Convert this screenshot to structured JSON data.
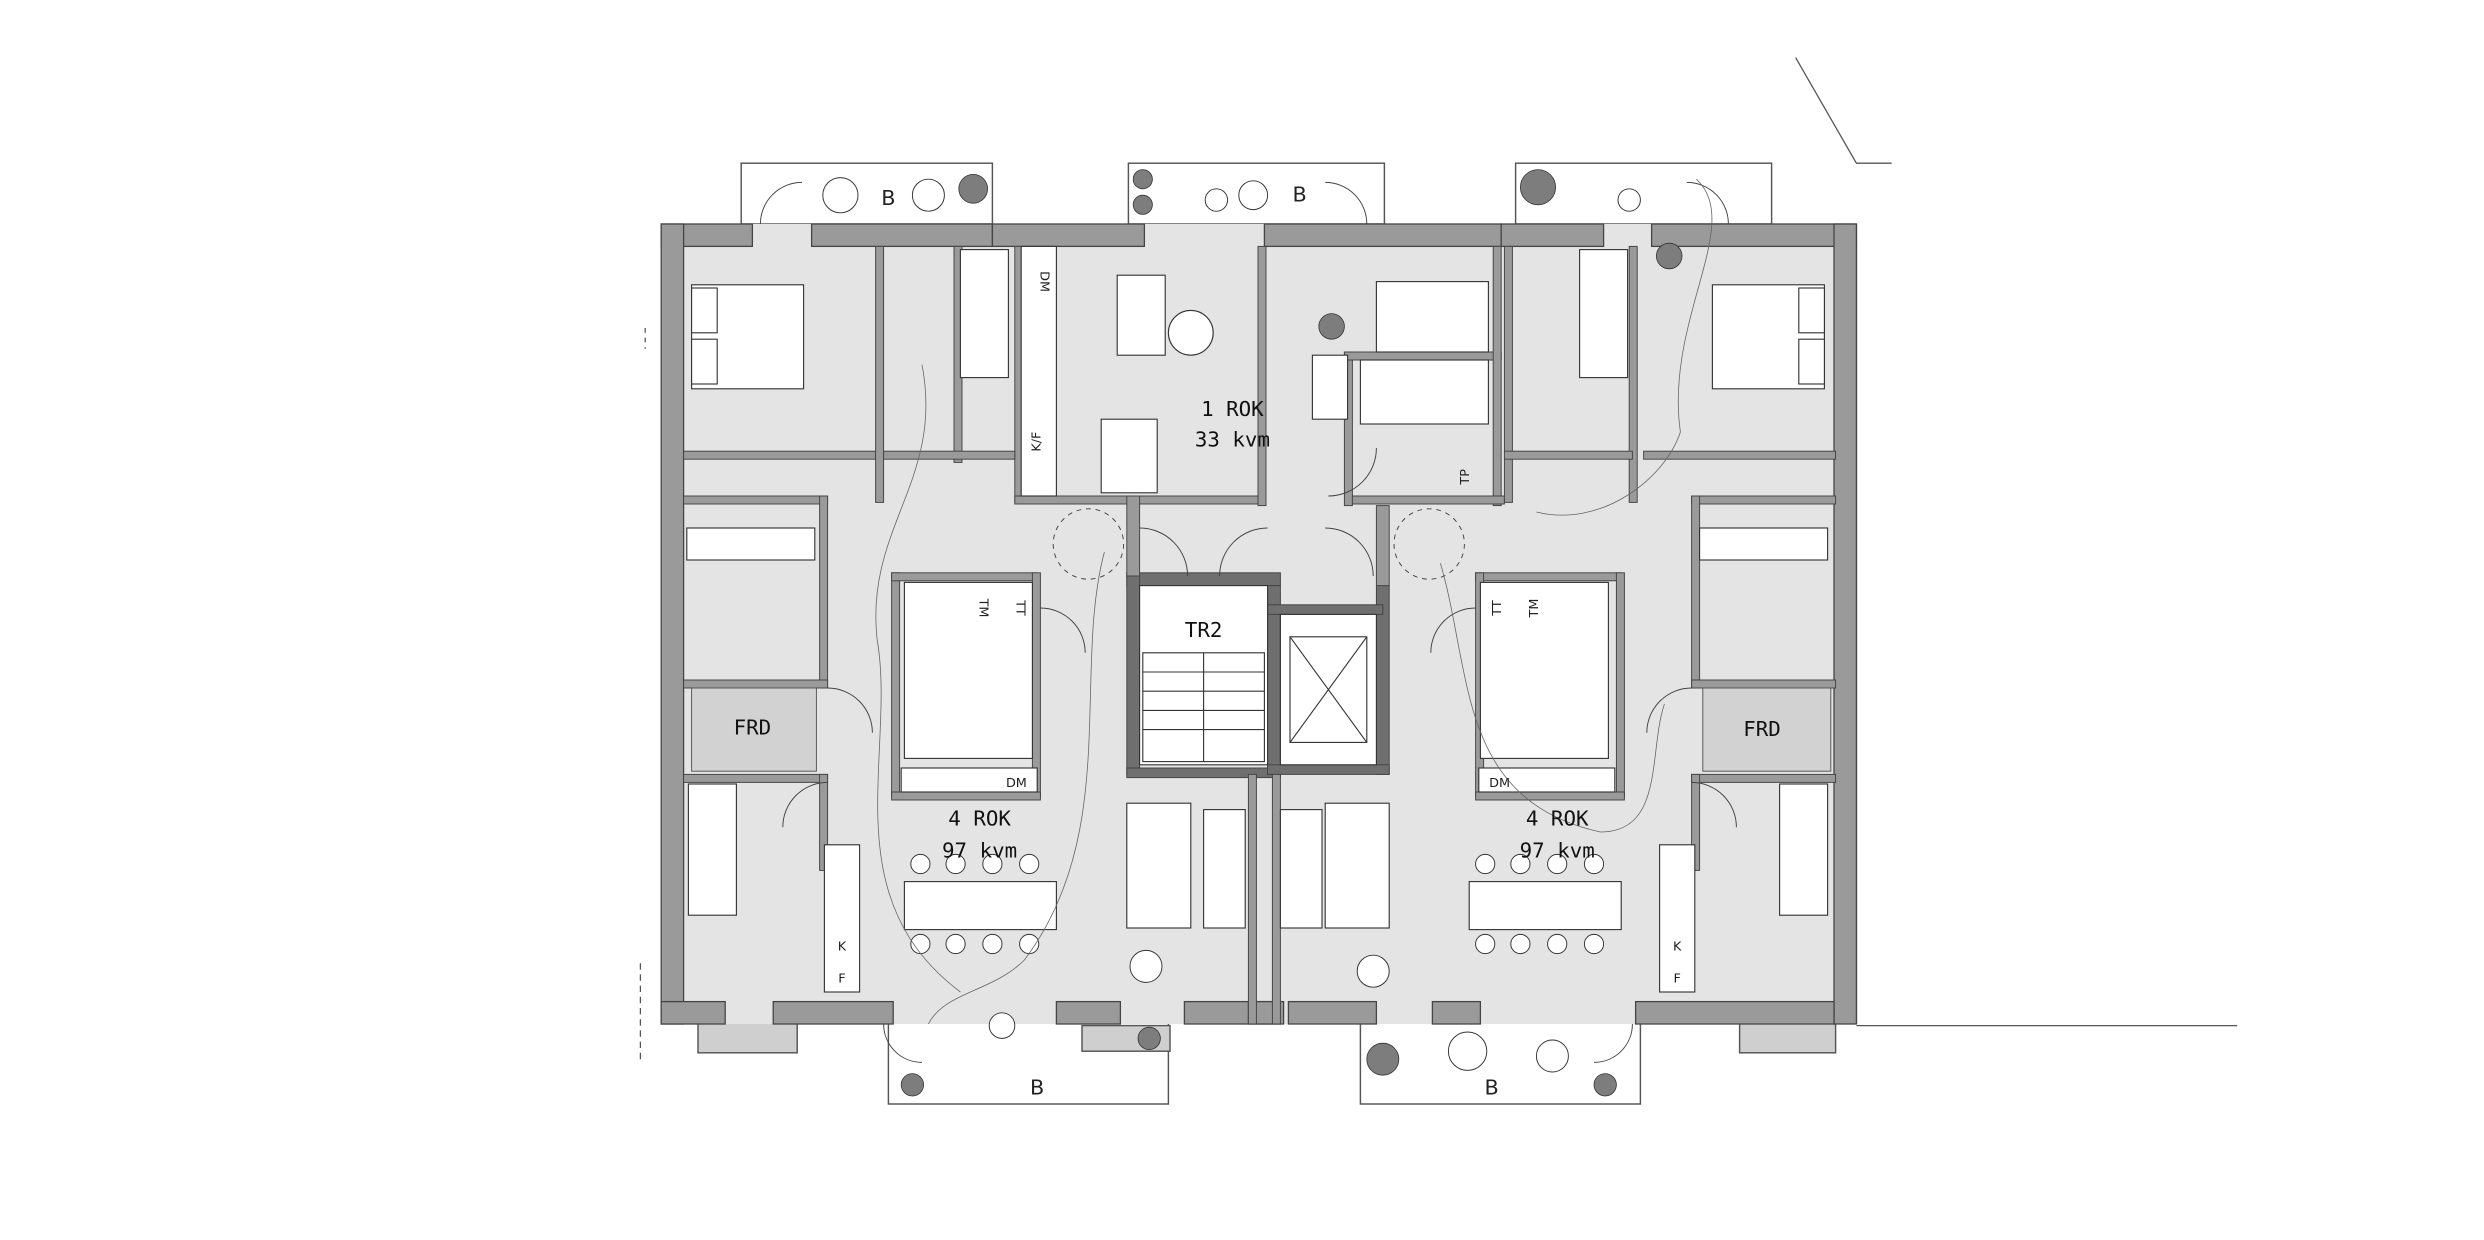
{
  "plan": {
    "colors": {
      "wall": "#9a9a9a",
      "wall_dark": "#6f6f6f",
      "floor": "#e4e4e4",
      "line": "#333333",
      "furniture": "#ffffff",
      "plant": "#7d7d7d",
      "background": "#ffffff"
    },
    "apartments": [
      {
        "id": "apt-top",
        "rooms": "1 ROK",
        "area": "33 kvm"
      },
      {
        "id": "apt-left",
        "rooms": "4 ROK",
        "area": "97 kvm"
      },
      {
        "id": "apt-right",
        "rooms": "4 ROK",
        "area": "97 kvm"
      }
    ],
    "labels": {
      "stair": "TR2",
      "storage_left": "FRD",
      "storage_right": "FRD",
      "balcony": "B",
      "dishwasher": "DM",
      "tumble_dryer": "TT",
      "washing_machine": "TM",
      "fridge": "K",
      "freezer": "F",
      "fridge_freezer": "K/F",
      "drying_cabinet": "TP"
    }
  }
}
